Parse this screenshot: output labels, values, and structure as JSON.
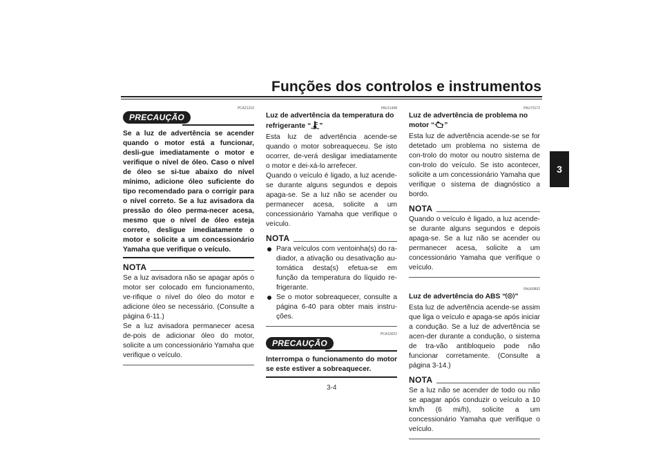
{
  "header": {
    "title": "Funções dos controlos e instrumentos"
  },
  "chapter_tab": "3",
  "page_number": "3-4",
  "col1": {
    "caution": {
      "code": "PCA21210",
      "label": "PRECAUÇÃO",
      "text": "Se a luz de advertência se acender quando o motor está a funcionar, desli-gue imediatamente o motor e verifique o nível de óleo. Caso o nível de óleo se si-tue abaixo do nível mínimo, adicione óleo suficiente do tipo recomendado para o corrigir para o nível correto. Se a luz avisadora da pressão do óleo perma-necer acesa, mesmo que o nível de óleo esteja correto, desligue imediatamente o motor e solicite a um concessionário Yamaha que verifique o veículo."
    },
    "nota": {
      "label": "NOTA",
      "p1": "Se a luz avisadora não se apagar após o motor ser colocado em funcionamento, ve-rifique o nível do óleo do motor e adicione óleo se necessário. (Consulte a página 6-11.)",
      "p2": "Se a luz avisadora permanecer acesa de-pois de adicionar óleo do motor, solicite a um concessionário Yamaha que verifique o veículo."
    }
  },
  "col2": {
    "code": "PAU11448",
    "title_line1": "Luz de advertência da temperatura do",
    "title_pre": "refrigerante “",
    "title_post": "”",
    "title_icon": "coolant-temperature-icon",
    "p1": "Esta luz de advertência acende-se quando o motor sobreaqueceu. Se isto ocorrer, de-verá desligar imediatamente o motor e dei-xá-lo arrefecer.",
    "p2": "Quando o veículo é ligado, a luz acende-se durante alguns segundos e depois apaga-se. Se a luz não se acender ou permanecer acesa, solicite a um concessionário Yamaha que verifique o veículo.",
    "nota": {
      "label": "NOTA",
      "bullets": [
        "Para veículos com ventoinha(s) do ra-diador, a ativação ou desativação au-tomática desta(s) efetua-se em função da temperatura do líquido re-frigerante.",
        "Se o motor sobreaquecer, consulte a página 6-40 para obter mais instru-ções."
      ]
    },
    "caution": {
      "code": "PCA10022",
      "label": "PRECAUÇÃO",
      "text": "Interrompa o funcionamento do motor se este estiver a sobreaquecer."
    }
  },
  "col3": {
    "sec1": {
      "code": "PAU73172",
      "title_line1": "Luz de advertência de problema no",
      "title_pre": "motor “",
      "title_post": "”",
      "title_icon": "engine-check-icon",
      "p1": "Esta luz de advertência acende-se se for detetado um problema no sistema de con-trolo do motor ou noutro sistema de con-trolo do veículo. Se isto acontecer, solicite a um concessionário Yamaha que verifique o sistema de diagnóstico a bordo.",
      "nota": {
        "label": "NOTA",
        "text": "Quando o veículo é ligado, a luz acende-se durante alguns segundos e depois apaga-se. Se a luz não se acender ou permanecer acesa, solicite a um concessionário Yamaha que verifique o veículo."
      }
    },
    "sec2": {
      "code": "PAU69892",
      "title_pre": "Luz de advertência do ABS “",
      "title_post": "”",
      "title_icon": "abs-icon",
      "p1": "Esta luz de advertência acende-se assim que liga o veículo e apaga-se após iniciar a condução. Se a luz de advertência se acen-der durante a condução, o sistema de tra-vão antibloqueio pode não funcionar corretamente. (Consulte a página 3-14.)",
      "nota": {
        "label": "NOTA",
        "text": "Se a luz não se acender de todo ou não se apagar após conduzir o veículo a 10 km/h (6 mi/h), solicite a um concessionário Yamaha que verifique o veículo."
      }
    }
  }
}
